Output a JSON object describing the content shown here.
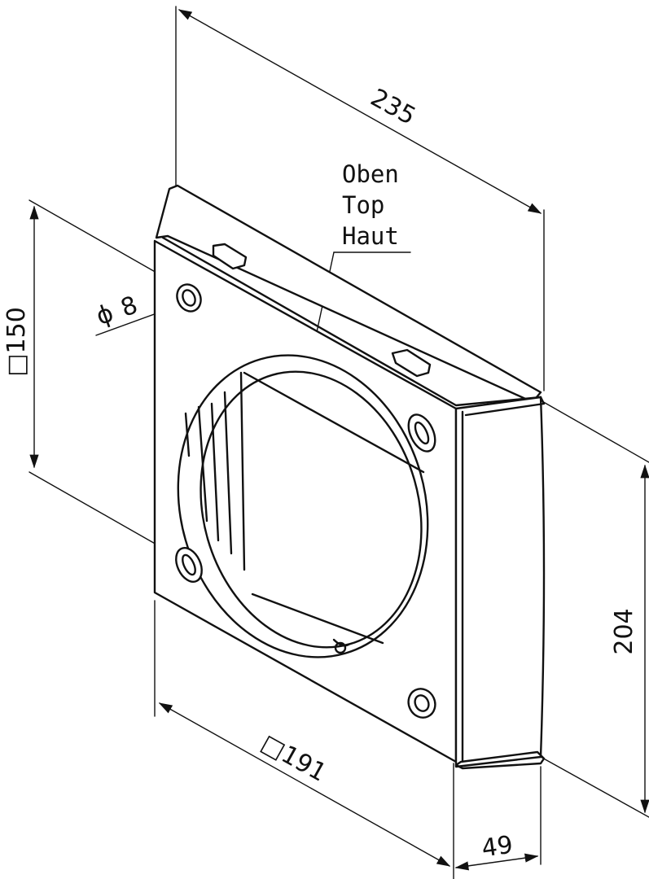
{
  "dimensions": {
    "width_top": "235",
    "height_square": "□150",
    "hole_diameter": "8",
    "right_height": "204",
    "base_square": "□191",
    "depth": "49"
  },
  "orientation_label": {
    "line1": "Oben",
    "line2": "Top",
    "line3": "Haut"
  },
  "symbols": {
    "diameter": "ϕ"
  }
}
